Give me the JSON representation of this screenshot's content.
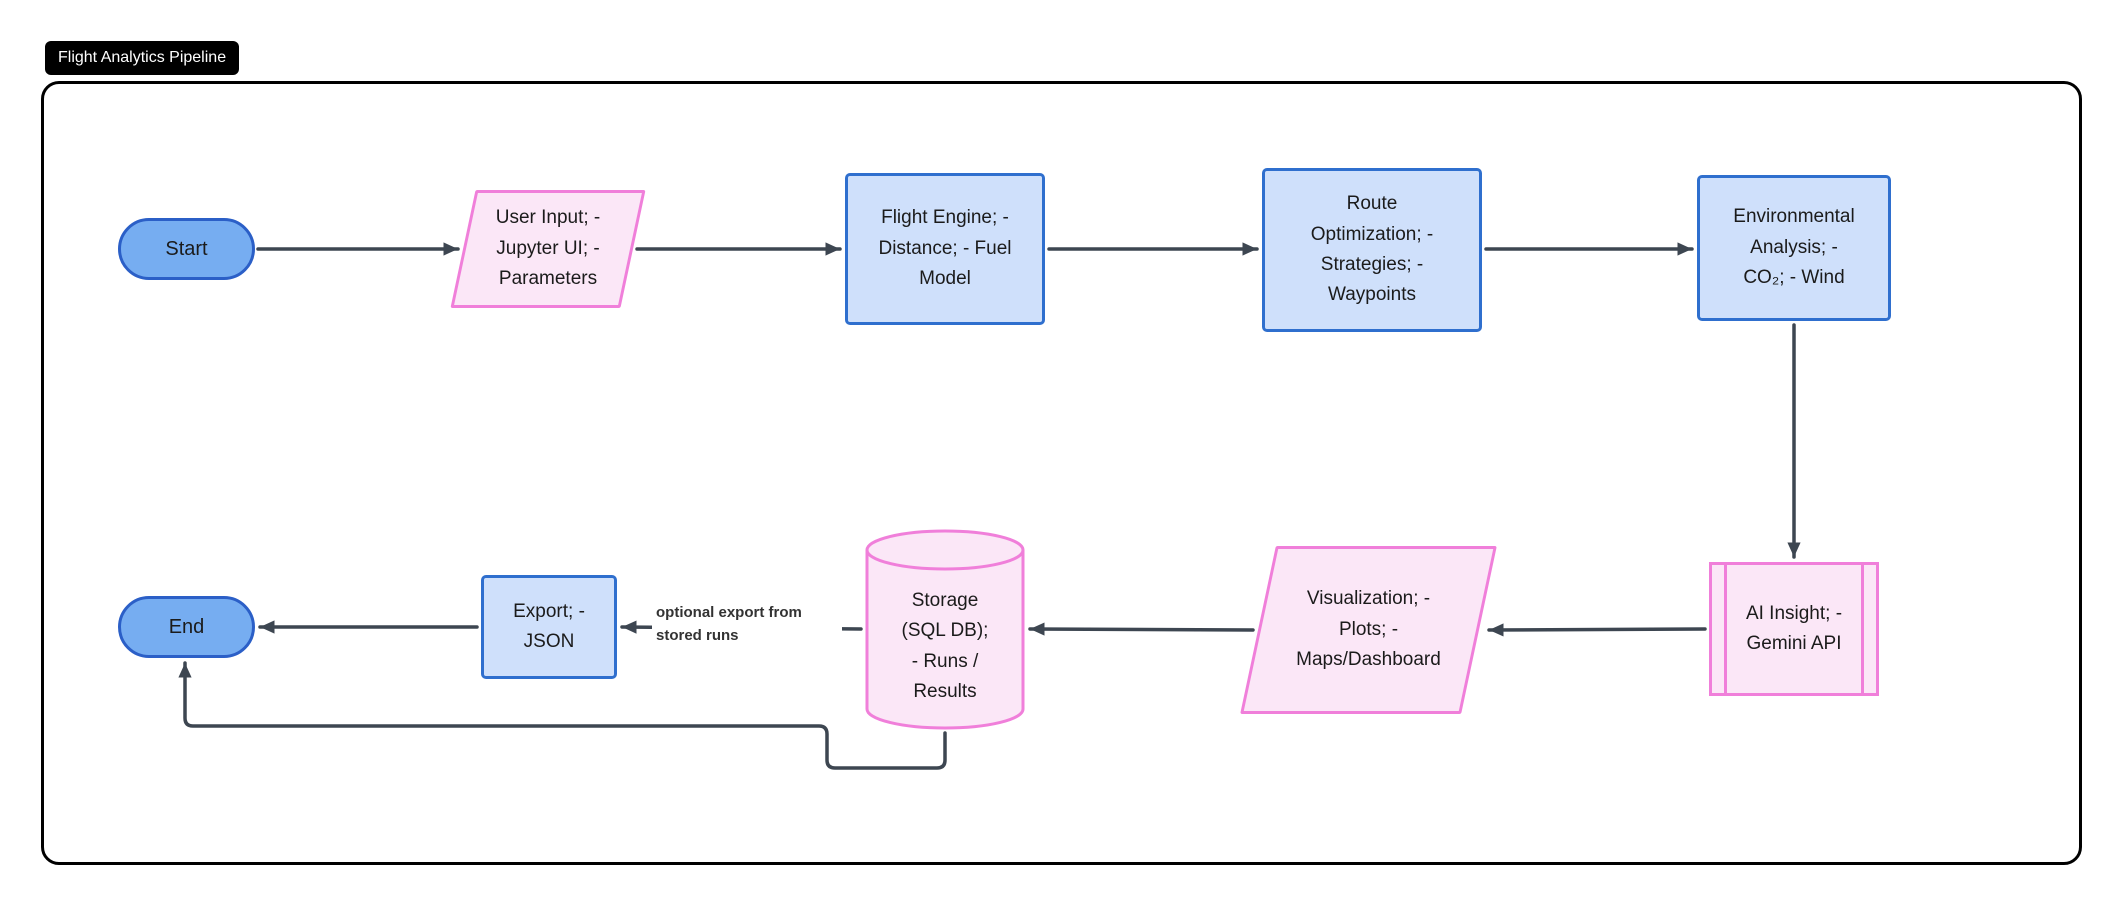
{
  "diagram": {
    "title": "Flight Analytics Pipeline",
    "colors": {
      "process_fill": "#cfe0fb",
      "process_border": "#2f6fce",
      "terminal_fill": "#76adf1",
      "terminal_border": "#2b5fc7",
      "io_fill": "#fbe7f7",
      "io_border": "#f07fda",
      "edge": "#3d4651"
    },
    "nodes": [
      {
        "id": "start",
        "type": "stadium",
        "label": "Start"
      },
      {
        "id": "user-input",
        "type": "parallelogram",
        "label": "User Input; - Jupyter UI; - Parameters"
      },
      {
        "id": "flight-engine",
        "type": "rect",
        "label": "Flight Engine; - Distance; - Fuel Model"
      },
      {
        "id": "route-optimization",
        "type": "rect",
        "label": "Route Optimization; - Strategies; - Waypoints"
      },
      {
        "id": "environmental-analysis",
        "type": "rect",
        "label": "Environmental Analysis; - CO₂; - Wind"
      },
      {
        "id": "ai-insight",
        "type": "subroutine",
        "label": "AI Insight; - Gemini API"
      },
      {
        "id": "visualization",
        "type": "parallelogram",
        "label": "Visualization; - Plots; - Maps/Dashboard"
      },
      {
        "id": "storage",
        "type": "cylinder",
        "label": "Storage (SQL DB); - Runs / Results"
      },
      {
        "id": "export",
        "type": "rect",
        "label": "Export; - JSON"
      },
      {
        "id": "end",
        "type": "stadium",
        "label": "End"
      }
    ],
    "edges": [
      {
        "from": "start",
        "to": "user-input",
        "label": ""
      },
      {
        "from": "user-input",
        "to": "flight-engine",
        "label": ""
      },
      {
        "from": "flight-engine",
        "to": "route-optimization",
        "label": ""
      },
      {
        "from": "route-optimization",
        "to": "environmental-analysis",
        "label": ""
      },
      {
        "from": "environmental-analysis",
        "to": "ai-insight",
        "label": ""
      },
      {
        "from": "ai-insight",
        "to": "visualization",
        "label": ""
      },
      {
        "from": "visualization",
        "to": "storage",
        "label": ""
      },
      {
        "from": "storage",
        "to": "export",
        "label": "optional export from stored runs"
      },
      {
        "from": "export",
        "to": "end",
        "label": ""
      },
      {
        "from": "storage",
        "to": "end",
        "label": ""
      }
    ]
  }
}
